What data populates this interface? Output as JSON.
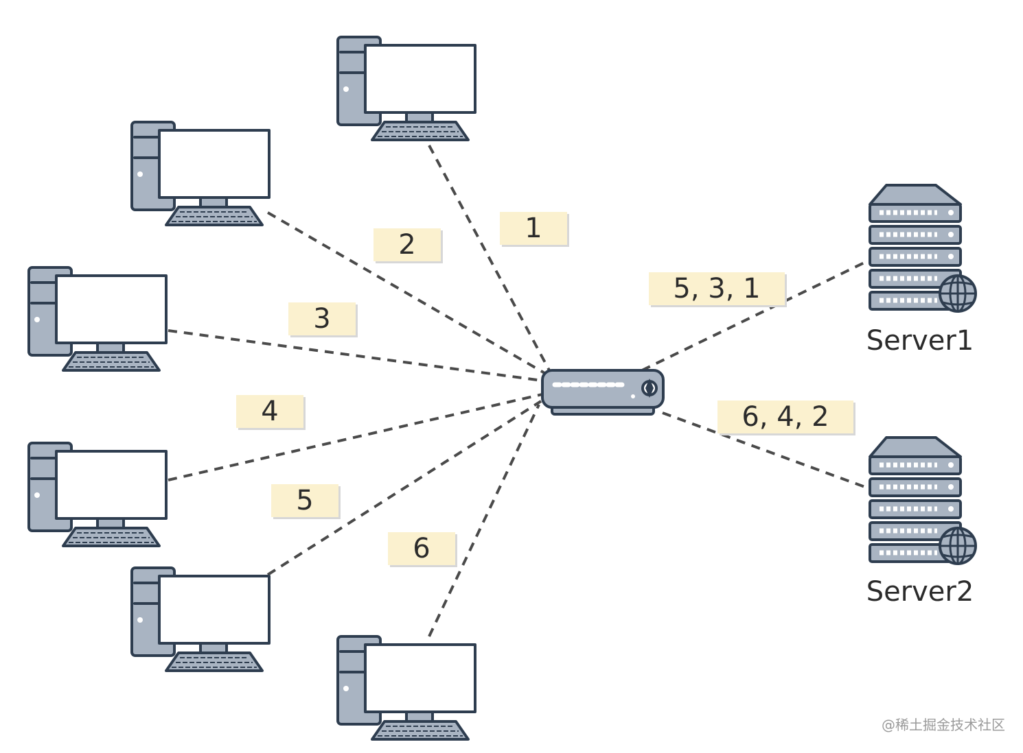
{
  "links": [
    {
      "id": "pc-top",
      "label": "1"
    },
    {
      "id": "pc-upper-left",
      "label": "2"
    },
    {
      "id": "pc-left",
      "label": "3"
    },
    {
      "id": "pc-lower-left",
      "label": "4"
    },
    {
      "id": "pc-bottom-left",
      "label": "5"
    },
    {
      "id": "pc-bottom",
      "label": "6"
    }
  ],
  "servers": [
    {
      "name": "Server1",
      "queue": "5, 3, 1"
    },
    {
      "name": "Server2",
      "queue": "6, 4, 2"
    }
  ],
  "watermark": "@稀土掘金技术社区",
  "colors": {
    "outline": "#2e3d4f",
    "device_fill": "#a9b4c2",
    "screen": "#ffffff",
    "label_bg": "#fbf1cf",
    "connector": "#4a4a4a"
  }
}
